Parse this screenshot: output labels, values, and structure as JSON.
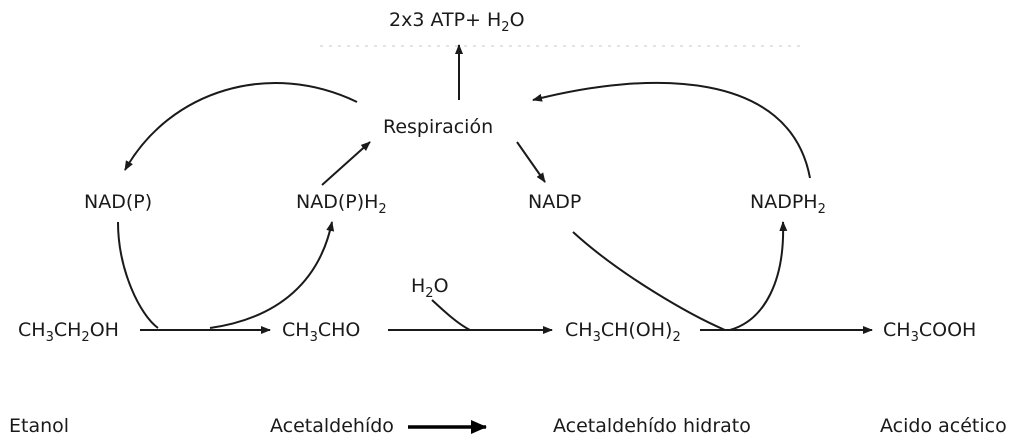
{
  "diagram": {
    "nodes": {
      "atp": {
        "pre": "2x3 ATP+ H",
        "sub": "2",
        "post": "O"
      },
      "respiracion": "Respiración",
      "nadp_left": "NAD(P)",
      "nadph2_left": {
        "pre": "NAD(P)H",
        "sub": "2",
        "post": ""
      },
      "nadp_right": "NADP",
      "nadph2_right": {
        "pre": "NADPH",
        "sub": "2",
        "post": ""
      },
      "h2o": {
        "pre": "H",
        "sub": "2",
        "post": "O"
      },
      "etanol_formula": {
        "p1": "CH",
        "s1": "3",
        "p2": "CH",
        "s2": "2",
        "p3": "OH"
      },
      "acetaldehido_formula": {
        "p1": "CH",
        "s1": "3",
        "p2": "CHO"
      },
      "hidrato_formula": {
        "p1": "CH",
        "s1": "3",
        "p2": "CH(OH)",
        "s2": "2"
      },
      "acetico_formula": {
        "p1": "CH",
        "s1": "3",
        "p2": "COOH"
      }
    },
    "names": {
      "etanol": "Etanol",
      "acetaldehido": "Acetaldehído",
      "hidrato": "Acetaldehído hidrato",
      "acetico": "Acido acético"
    }
  }
}
